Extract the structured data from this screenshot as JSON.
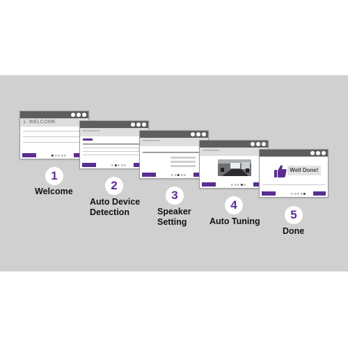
{
  "window1": {
    "heading": "1. WELCOME"
  },
  "window2": {
    "heading": "**********"
  },
  "window3": {
    "heading": "**********"
  },
  "window4": {
    "heading": "**********"
  },
  "window5": {
    "badge": "Well Done!"
  },
  "steps": [
    {
      "number": "1",
      "label": "Welcome"
    },
    {
      "number": "2",
      "label_line1": "Auto Device",
      "label_line2": "Detection"
    },
    {
      "number": "3",
      "label_line1": "Speaker",
      "label_line2": "Setting"
    },
    {
      "number": "4",
      "label": "Auto Tuning"
    },
    {
      "number": "5",
      "label": "Done"
    }
  ],
  "colors": {
    "accent": "#5b2d91",
    "titlebar": "#5e5e5e",
    "background_band": "#d0d0d0"
  }
}
